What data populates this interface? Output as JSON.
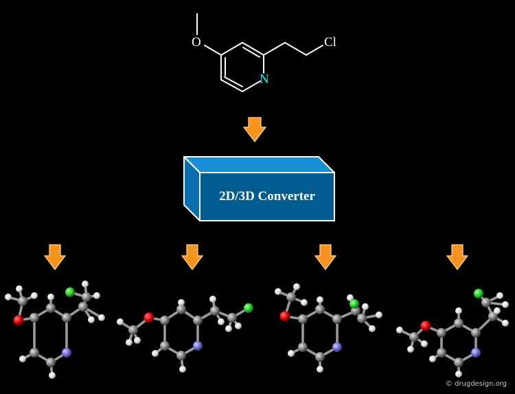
{
  "structure": {
    "atom_oxygen": "O",
    "atom_nitrogen": "N",
    "atom_chlorine": "Cl"
  },
  "converter": {
    "label": "2D/3D Converter"
  },
  "copyright": "© drugdesign.org",
  "colors": {
    "background": "#000000",
    "bond": "#ffffff",
    "nitrogen_label": "#00ffff",
    "arrow": "#f7941d",
    "box_front": "#005b8f",
    "box_top": "#1a8ed6",
    "box_side": "#0a6fae",
    "atom_carbon": "#808080",
    "atom_hydrogen": "#f0f0f0",
    "atom_oxygen": "#e00000",
    "atom_nitrogen": "#6b6bd6",
    "atom_chlorine": "#1fd01f"
  }
}
